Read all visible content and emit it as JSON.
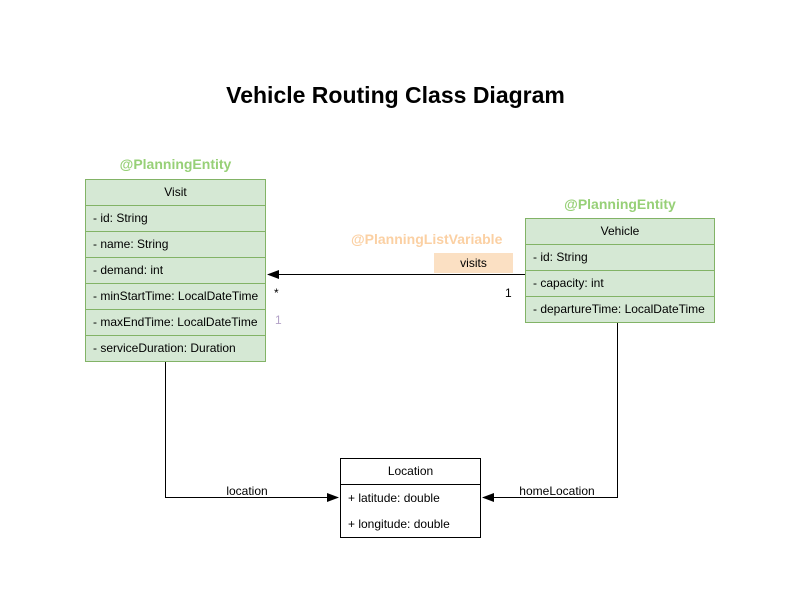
{
  "title": "Vehicle Routing Class Diagram",
  "classes": {
    "visit": {
      "annotation": "@PlanningEntity",
      "name": "Visit",
      "attributes": [
        "- id: String",
        "- name: String",
        "- demand: int",
        "- minStartTime: LocalDateTime",
        "- maxEndTime: LocalDateTime",
        "- serviceDuration: Duration"
      ]
    },
    "vehicle": {
      "annotation": "@PlanningEntity",
      "name": "Vehicle",
      "attributes": [
        "- id: String",
        "- capacity: int",
        "- departureTime: LocalDateTime"
      ]
    },
    "location": {
      "name": "Location",
      "attributes": [
        "+ latitude: double",
        "+ longitude: double"
      ]
    }
  },
  "associations": {
    "visits": {
      "annotation": "@PlanningListVariable",
      "label": "visits",
      "target_multiplicity": "*",
      "source_multiplicity": "1",
      "secondary_multiplicity": "1"
    },
    "location": {
      "label": "location"
    },
    "home_location": {
      "label": "homeLocation"
    }
  },
  "colors": {
    "planning_entity_fill": "#d5e8d4",
    "planning_entity_border": "#82b366",
    "planning_entity_annotation_text": "#97d077",
    "planning_list_variable_annotation_text": "#fbd0a3",
    "visits_label_background": "#fbe0c3",
    "plain_class_fill": "#ffffff",
    "plain_class_border": "#000000",
    "secondary_multiplicity_text": "#b3a2c7",
    "edge_color": "#000000"
  }
}
